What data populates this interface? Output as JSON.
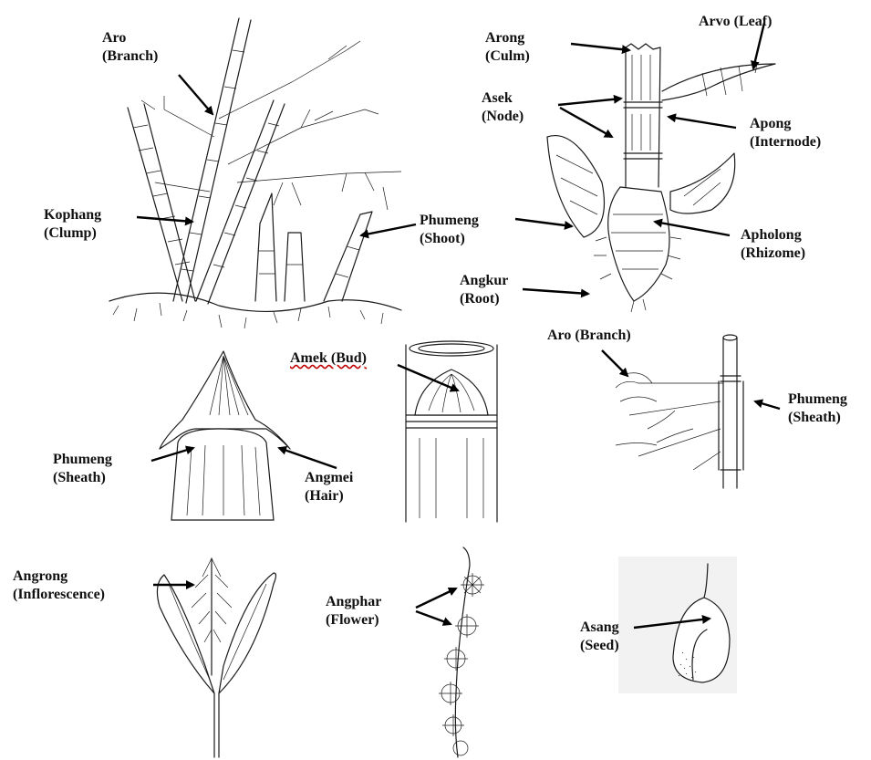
{
  "labels": {
    "aro_branch_top": [
      "Aro",
      "(Branch)"
    ],
    "kophang": [
      "Kophang",
      "(Clump)"
    ],
    "phumeng_shoot": [
      "Phumeng",
      "(Shoot)"
    ],
    "arong": [
      "Arong",
      "(Culm)"
    ],
    "arvo": [
      "Arvo (Leaf)"
    ],
    "asek": [
      "Asek",
      "(Node)"
    ],
    "apong": [
      "Apong",
      "(Internode)"
    ],
    "apholong": [
      "Apholong",
      "(Rhizome)"
    ],
    "angkur": [
      "Angkur",
      "(Root)"
    ],
    "amek": [
      "Amek (Bud)"
    ],
    "aro_branch_mid": [
      "Aro (Branch)"
    ],
    "phumeng_sheath_right": [
      "Phumeng",
      "(Sheath)"
    ],
    "phumeng_sheath_left": [
      "Phumeng",
      "(Sheath)"
    ],
    "angmei": [
      "Angmei",
      "(Hair)"
    ],
    "angrong": [
      "Angrong",
      "(Inflorescence)"
    ],
    "angphar": [
      "Angphar",
      "(Flower)"
    ],
    "asang": [
      "Asang",
      "(Seed)"
    ]
  }
}
